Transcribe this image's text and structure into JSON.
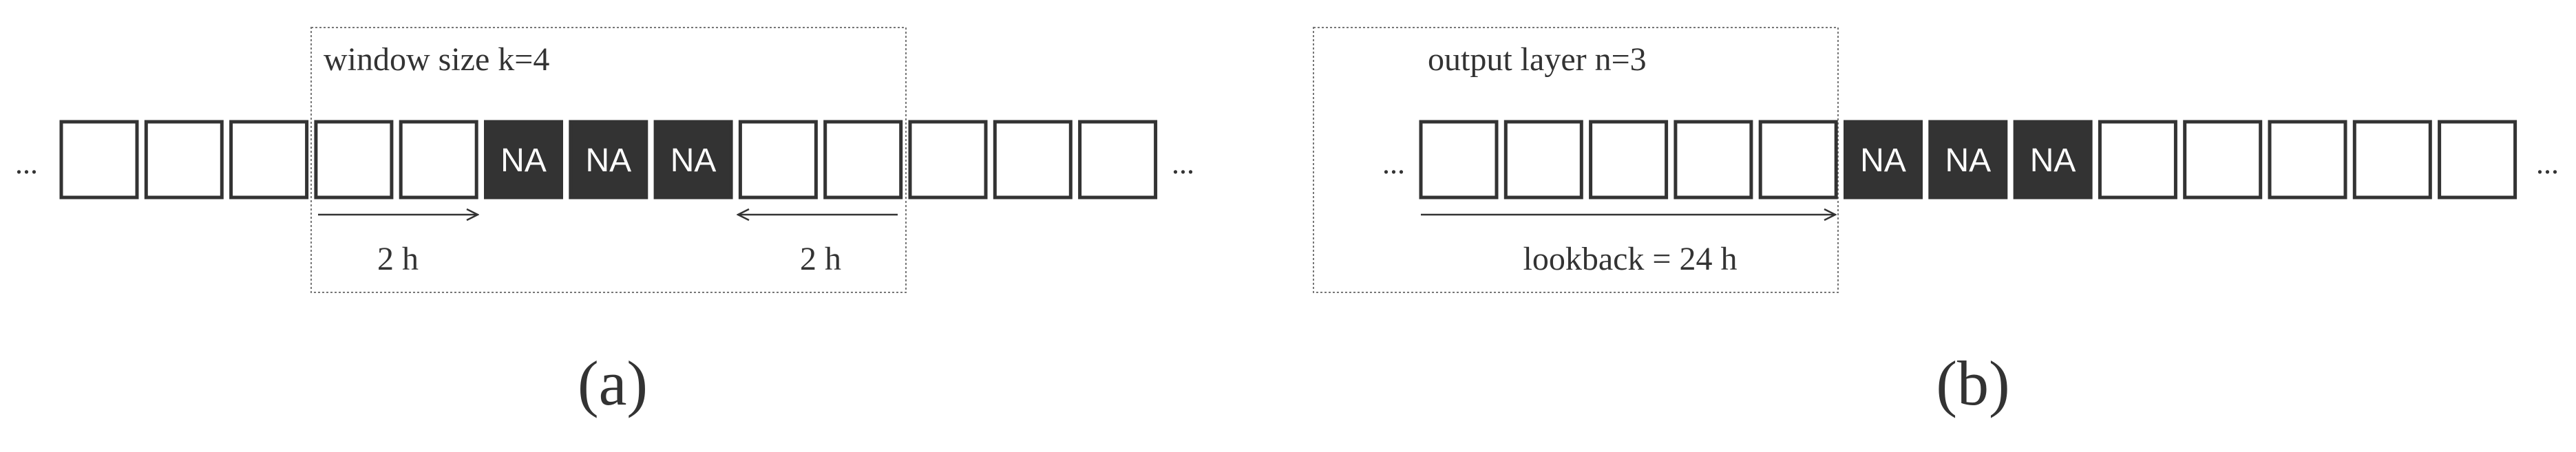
{
  "panel_a": {
    "window_label": "window size k=4",
    "left_span_label": "2 h",
    "right_span_label": "2 h",
    "caption": "(a)",
    "ellipsis_left": "...",
    "ellipsis_right": "...",
    "cells": [
      "",
      "",
      "",
      "",
      "",
      "NA",
      "NA",
      "NA",
      "",
      "",
      "",
      "",
      ""
    ]
  },
  "panel_b": {
    "output_label": "output layer n=3",
    "lookback_label": "lookback = 24 h",
    "caption": "(b)",
    "ellipsis_left": "...",
    "ellipsis_right": "...",
    "cells": [
      "",
      "",
      "",
      "",
      "",
      "NA",
      "NA",
      "NA",
      "",
      "",
      "",
      "",
      ""
    ]
  },
  "colors": {
    "cell_border": "#333333",
    "missing_fill": "#333333",
    "missing_text": "#ffffff",
    "box_border": "#777777",
    "text": "#333333"
  }
}
